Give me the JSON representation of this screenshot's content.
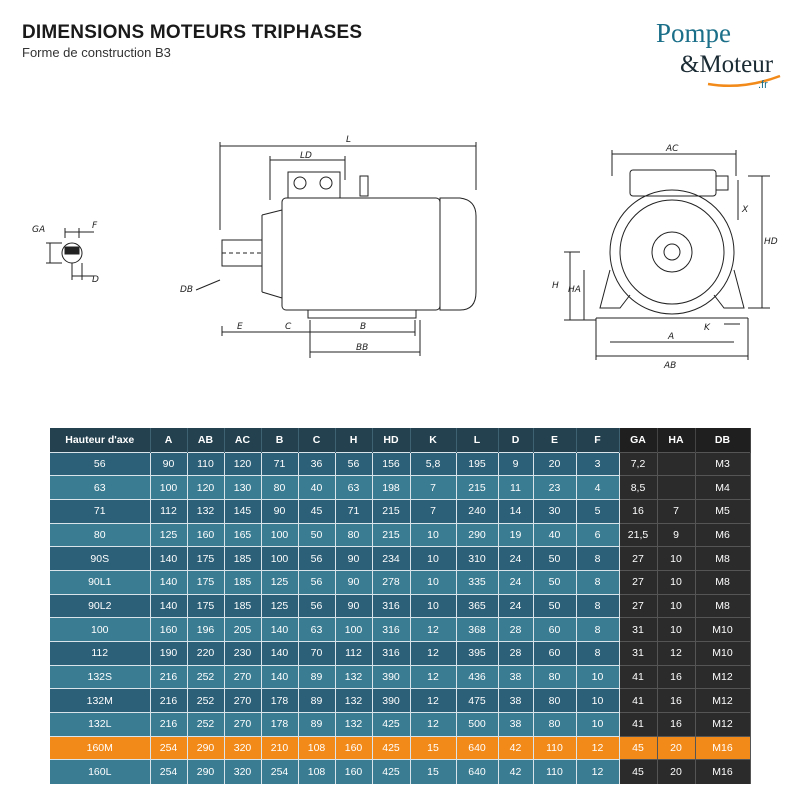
{
  "header": {
    "title": "DIMENSIONS MOTEURS TRIPHASES",
    "subtitle": "Forme de construction B3"
  },
  "logo": {
    "line1": "Pompe",
    "line2": "&Moteur",
    "suffix": ".fr",
    "colors": {
      "primary": "#1b6f89",
      "dark": "#1b2b34",
      "accent": "#f28a1a"
    }
  },
  "drawing_labels": {
    "shaft": {
      "GA": "GA",
      "F": "F",
      "D": "D"
    },
    "side": {
      "L": "L",
      "LD": "LD",
      "DB": "DB",
      "E": "E",
      "C": "C",
      "B": "B",
      "BB": "BB"
    },
    "front": {
      "AC": "AC",
      "X": "X",
      "HD": "HD",
      "H": "H",
      "HA": "HA",
      "A": "A",
      "K": "K",
      "AB": "AB"
    }
  },
  "table": {
    "headers": [
      "Hauteur d'axe",
      "A",
      "AB",
      "AC",
      "B",
      "C",
      "H",
      "HD",
      "K",
      "L",
      "D",
      "E",
      "F",
      "GA",
      "HA",
      "DB"
    ],
    "highlight_row": 12,
    "rows": [
      [
        "56",
        "90",
        "110",
        "120",
        "71",
        "36",
        "56",
        "156",
        "5,8",
        "195",
        "9",
        "20",
        "3",
        "7,2",
        "",
        "M3"
      ],
      [
        "63",
        "100",
        "120",
        "130",
        "80",
        "40",
        "63",
        "198",
        "7",
        "215",
        "11",
        "23",
        "4",
        "8,5",
        "",
        "M4"
      ],
      [
        "71",
        "112",
        "132",
        "145",
        "90",
        "45",
        "71",
        "215",
        "7",
        "240",
        "14",
        "30",
        "5",
        "16",
        "7",
        "M5"
      ],
      [
        "80",
        "125",
        "160",
        "165",
        "100",
        "50",
        "80",
        "215",
        "10",
        "290",
        "19",
        "40",
        "6",
        "21,5",
        "9",
        "M6"
      ],
      [
        "90S",
        "140",
        "175",
        "185",
        "100",
        "56",
        "90",
        "234",
        "10",
        "310",
        "24",
        "50",
        "8",
        "27",
        "10",
        "M8"
      ],
      [
        "90L1",
        "140",
        "175",
        "185",
        "125",
        "56",
        "90",
        "278",
        "10",
        "335",
        "24",
        "50",
        "8",
        "27",
        "10",
        "M8"
      ],
      [
        "90L2",
        "140",
        "175",
        "185",
        "125",
        "56",
        "90",
        "316",
        "10",
        "365",
        "24",
        "50",
        "8",
        "27",
        "10",
        "M8"
      ],
      [
        "100",
        "160",
        "196",
        "205",
        "140",
        "63",
        "100",
        "316",
        "12",
        "368",
        "28",
        "60",
        "8",
        "31",
        "10",
        "M10"
      ],
      [
        "112",
        "190",
        "220",
        "230",
        "140",
        "70",
        "112",
        "316",
        "12",
        "395",
        "28",
        "60",
        "8",
        "31",
        "12",
        "M10"
      ],
      [
        "132S",
        "216",
        "252",
        "270",
        "140",
        "89",
        "132",
        "390",
        "12",
        "436",
        "38",
        "80",
        "10",
        "41",
        "16",
        "M12"
      ],
      [
        "132M",
        "216",
        "252",
        "270",
        "178",
        "89",
        "132",
        "390",
        "12",
        "475",
        "38",
        "80",
        "10",
        "41",
        "16",
        "M12"
      ],
      [
        "132L",
        "216",
        "252",
        "270",
        "178",
        "89",
        "132",
        "425",
        "12",
        "500",
        "38",
        "80",
        "10",
        "41",
        "16",
        "M12"
      ],
      [
        "160M",
        "254",
        "290",
        "320",
        "210",
        "108",
        "160",
        "425",
        "15",
        "640",
        "42",
        "110",
        "12",
        "45",
        "20",
        "M16"
      ],
      [
        "160L",
        "254",
        "290",
        "320",
        "254",
        "108",
        "160",
        "425",
        "15",
        "640",
        "42",
        "110",
        "12",
        "45",
        "20",
        "M16"
      ]
    ]
  }
}
